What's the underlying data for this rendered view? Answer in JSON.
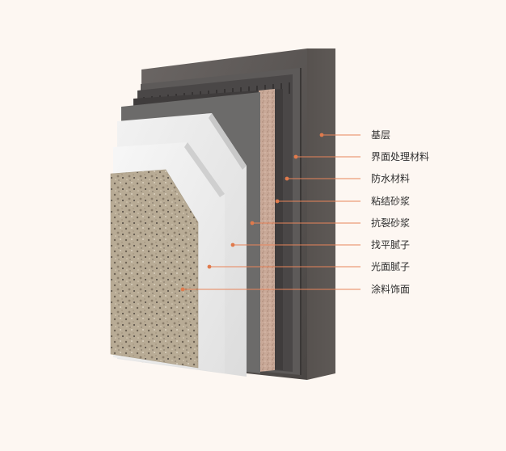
{
  "diagram": {
    "layers": [
      {
        "id": "substrate",
        "label": "基层"
      },
      {
        "id": "interface",
        "label": "界面处理材料"
      },
      {
        "id": "waterproof",
        "label": "防水材料"
      },
      {
        "id": "bonding-mortar",
        "label": "粘结砂浆"
      },
      {
        "id": "anti-crack-mortar",
        "label": "抗裂砂浆"
      },
      {
        "id": "leveling-putty",
        "label": "找平腻子"
      },
      {
        "id": "finishing-putty",
        "label": "光面腻子"
      },
      {
        "id": "coating-finish",
        "label": "涂料饰面"
      }
    ],
    "colors": {
      "background": "#fdf7f2",
      "leader_line": "#e8845a",
      "leader_dot": "#e07a4c",
      "label_text": "#2e2e2e"
    }
  }
}
